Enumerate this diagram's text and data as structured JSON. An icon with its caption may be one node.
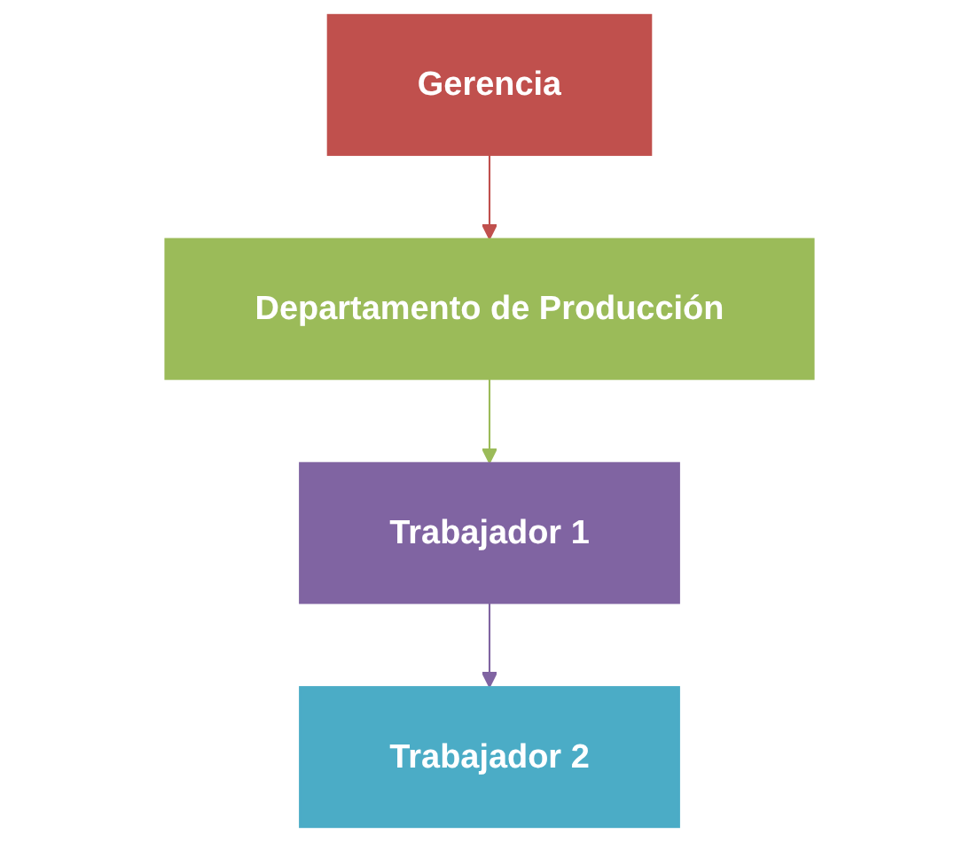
{
  "diagram": {
    "nodes": [
      {
        "text": [
          "Gerencia"
        ]
      },
      {
        "text": [
          "Departamento de Producción"
        ]
      },
      {
        "text": [
          "Trabajador 1"
        ]
      },
      {
        "text": [
          "Trabajador 2"
        ]
      }
    ],
    "edges": [
      {
        "from": 0,
        "to": 1,
        "arrow": "to",
        "color": "#c0504d"
      },
      {
        "from": 1,
        "to": 2,
        "arrow": "to",
        "color": "#9bbb59"
      },
      {
        "from": 2,
        "to": 3,
        "arrow": "to",
        "color": "#8064a2"
      }
    ]
  }
}
